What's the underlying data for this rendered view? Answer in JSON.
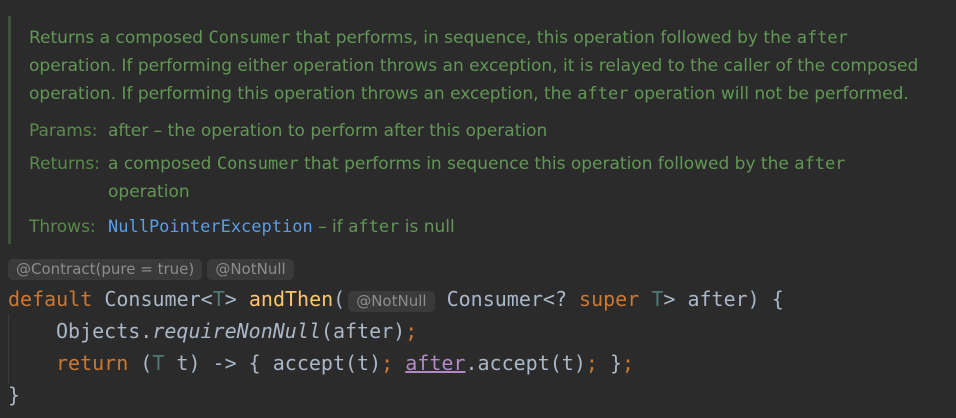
{
  "doc": {
    "line1": [
      "Returns a composed ",
      "Consumer",
      " that performs, in sequence, this operation followed by the ",
      "after"
    ],
    "line2": "operation. If performing either operation throws an exception, it is relayed to the caller of the composed",
    "line3": [
      "operation. If performing this operation throws an exception, the ",
      "after",
      " operation will not be performed."
    ],
    "params_label": "Params:",
    "params_value": "after – the operation to perform after this operation",
    "returns_label": "Returns:",
    "returns_value": [
      "a composed ",
      "Consumer",
      " that performs in sequence this operation followed by the ",
      "after"
    ],
    "returns_value2": "operation",
    "throws_label": "Throws:",
    "throws_link": "NullPointerException",
    "throws_value": [
      " – if ",
      "after",
      " is null"
    ]
  },
  "hints": {
    "contract": "@Contract(pure = true)",
    "notnull": "@NotNull",
    "param_notnull": "@NotNull"
  },
  "code": {
    "l1": [
      "default",
      " Consumer<",
      "T",
      "> ",
      "andThen",
      "(",
      " Consumer<? ",
      "super",
      " ",
      "T",
      "> after) {"
    ],
    "l2": [
      "Objects.",
      "requireNonNull",
      "(after)",
      ";"
    ],
    "l3": [
      "return",
      " (",
      "T",
      " t) -> { accept(t)",
      ";",
      " ",
      "after",
      ".accept(t)",
      ";",
      " }",
      ";"
    ],
    "l4": "}"
  }
}
